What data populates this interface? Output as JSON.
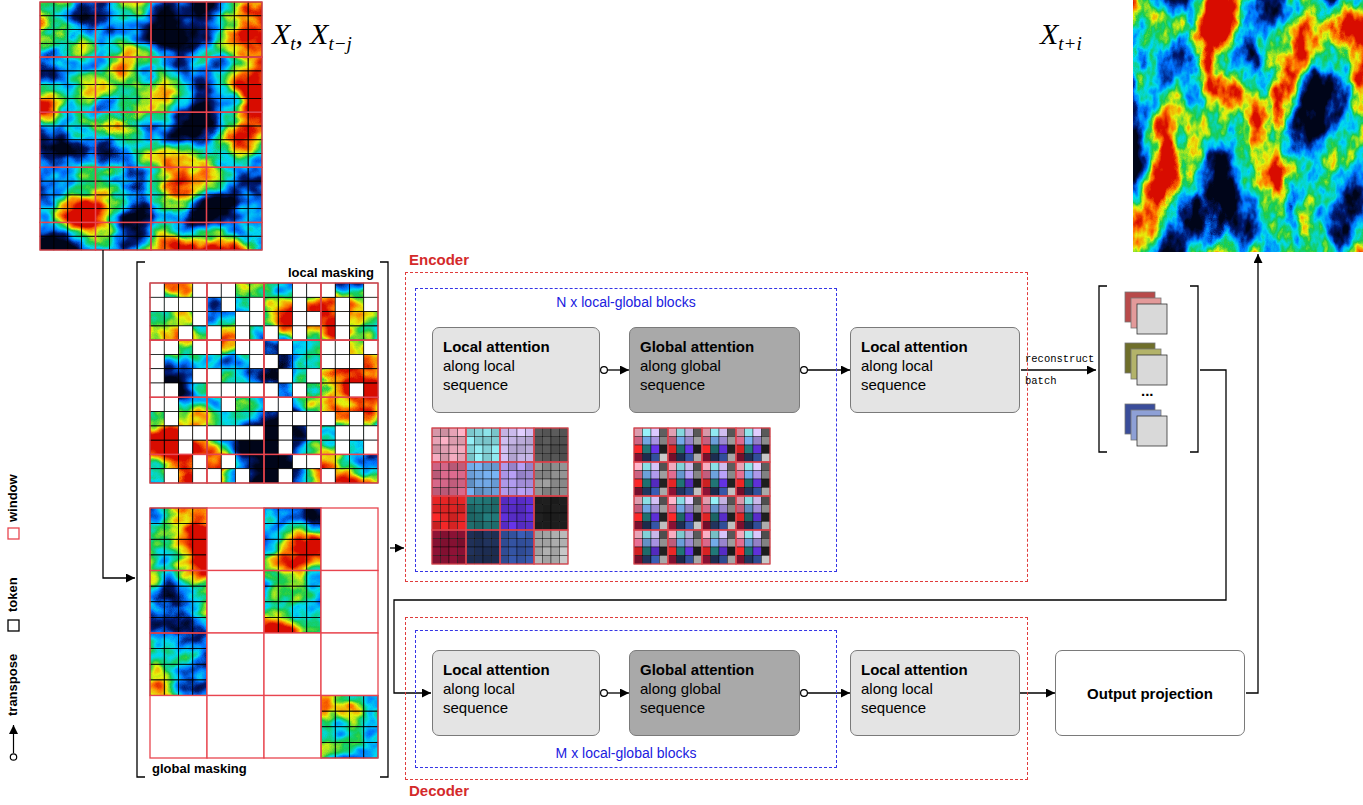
{
  "diagram": {
    "nodes": [
      {
        "text": [
          "Encoder"
        ]
      },
      {
        "text": [
          "N x local-global blocks"
        ],
        "in": 0
      },
      {
        "text": [
          "Local attention",
          "along local sequence"
        ],
        "in": 1
      },
      {
        "text": [
          "Global attention",
          "along global sequence"
        ],
        "in": 1
      },
      {
        "text": [
          "Local attention",
          "along local sequence"
        ],
        "in": 0
      },
      {
        "text": [
          "Decoder"
        ]
      },
      {
        "text": [
          "M x local-global blocks"
        ],
        "in": 5
      },
      {
        "text": [
          "Local attention",
          "along local sequence"
        ],
        "in": 6
      },
      {
        "text": [
          "Global attention",
          "along global sequence"
        ],
        "in": 6
      },
      {
        "text": [
          "Local attention",
          "along local sequence"
        ],
        "in": 5
      },
      {
        "text": [
          "Output projection"
        ]
      }
    ],
    "edges": [
      {
        "from": 2,
        "to": 3,
        "arrow": "to"
      },
      {
        "from": 3,
        "to": 4,
        "arrow": "to"
      },
      {
        "from": 7,
        "to": 8,
        "arrow": "to"
      },
      {
        "from": 8,
        "to": 9,
        "arrow": "to"
      },
      {
        "from": 9,
        "to": 10,
        "arrow": "to"
      }
    ],
    "labels": [
      "X",
      "t",
      ",",
      "X",
      "t−j",
      "local masking",
      "global masking",
      "reconstruct batch",
      "...",
      "X",
      "t+i"
    ],
    "legend": [
      {
        "text": "window"
      },
      {
        "text": "token"
      },
      {
        "text": "transpose"
      }
    ]
  }
}
